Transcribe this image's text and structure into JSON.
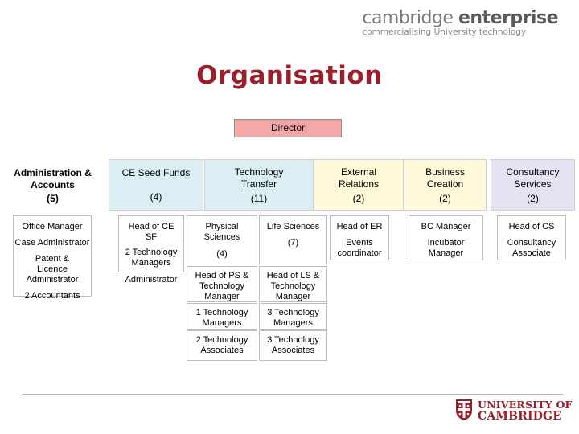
{
  "brand": {
    "name_part1": "cambridge",
    "name_part2": "enterprise",
    "tagline": "commercialising University technology"
  },
  "title": "Organisation",
  "director": "Director",
  "colors": {
    "director": "#f4a7a7",
    "admin": "#ffffff",
    "seed_funds": "#dbeef4",
    "tech_transfer": "#dbeef4",
    "external_relations": "#fff9d9",
    "business_creation": "#fff9d9",
    "consultancy": "#e6e2f3",
    "title": "#9a1f2b",
    "university": "#9a1f2b"
  },
  "departments": [
    {
      "name": "Administration & Accounts",
      "count": "(5)"
    },
    {
      "name": "CE Seed Funds",
      "count": "(4)"
    },
    {
      "name": "Technology Transfer",
      "count": "(11)"
    },
    {
      "name": "External Relations",
      "count": "(2)"
    },
    {
      "name": "Business Creation",
      "count": "(2)"
    },
    {
      "name": "Consultancy Services",
      "count": "(2)"
    }
  ],
  "staff": {
    "admin": [
      "Office Manager",
      "Case Administrator",
      "Patent & Licence Administrator",
      "2 Accountants"
    ],
    "seed_funds": [
      "Head of CE SF",
      "2 Technology Managers",
      "Administrator"
    ],
    "physical_sciences": {
      "label": "Physical Sciences",
      "count": "(4)"
    },
    "life_sciences": {
      "label": "Life Sciences",
      "count": "(7)"
    },
    "ps_roles": [
      "Head of PS & Technology Manager",
      "1 Technology Managers",
      "2 Technology Associates"
    ],
    "ls_roles": [
      "Head of LS & Technology Manager",
      "3 Technology Managers",
      "3 Technology Associates"
    ],
    "external_relations": [
      "Head of ER",
      "Events coordinator"
    ],
    "business_creation": [
      "BC Manager",
      "Incubator Manager"
    ],
    "consultancy": [
      "Head of CS",
      "Consultancy Associate"
    ]
  },
  "university": {
    "line1": "UNIVERSITY OF",
    "line2": "CAMBRIDGE",
    "crest_icon": "university-crest-icon"
  }
}
